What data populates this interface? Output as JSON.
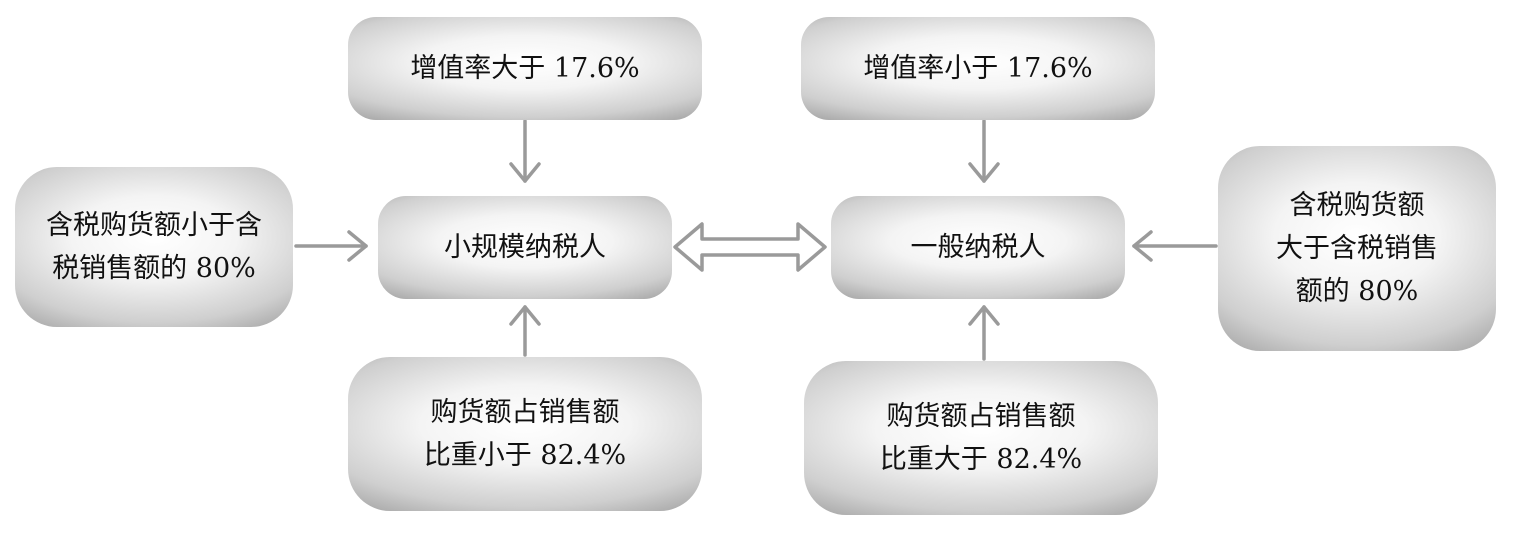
{
  "diagram": {
    "nodes": {
      "vat_high": {
        "lines": [
          "增值率大于 17.6%"
        ]
      },
      "vat_low": {
        "lines": [
          "增值率小于 17.6%"
        ]
      },
      "small": {
        "lines": [
          "小规模纳税人"
        ]
      },
      "general": {
        "lines": [
          "一般纳税人"
        ]
      },
      "left": {
        "lines": [
          "含税购货额小于含",
          "税销售额的 80%"
        ]
      },
      "right": {
        "lines": [
          "含税购货额",
          "大于含税销售",
          "额的 80%"
        ]
      },
      "purch_low": {
        "lines": [
          "购货额占销售额",
          "比重小于 82.4%"
        ]
      },
      "purch_high": {
        "lines": [
          "购货额占销售额",
          "比重大于 82.4%"
        ]
      }
    },
    "edges": [
      {
        "from": "vat_high",
        "to": "small",
        "style": "single"
      },
      {
        "from": "purch_low",
        "to": "small",
        "style": "single"
      },
      {
        "from": "left",
        "to": "small",
        "style": "single"
      },
      {
        "from": "vat_low",
        "to": "general",
        "style": "single"
      },
      {
        "from": "purch_high",
        "to": "general",
        "style": "single"
      },
      {
        "from": "right",
        "to": "general",
        "style": "single"
      },
      {
        "from": "small",
        "to": "general",
        "style": "bidirectional-hollow"
      }
    ],
    "colors": {
      "arrow": "#9a9a9a",
      "text": "#111111",
      "background": "#ffffff"
    }
  }
}
